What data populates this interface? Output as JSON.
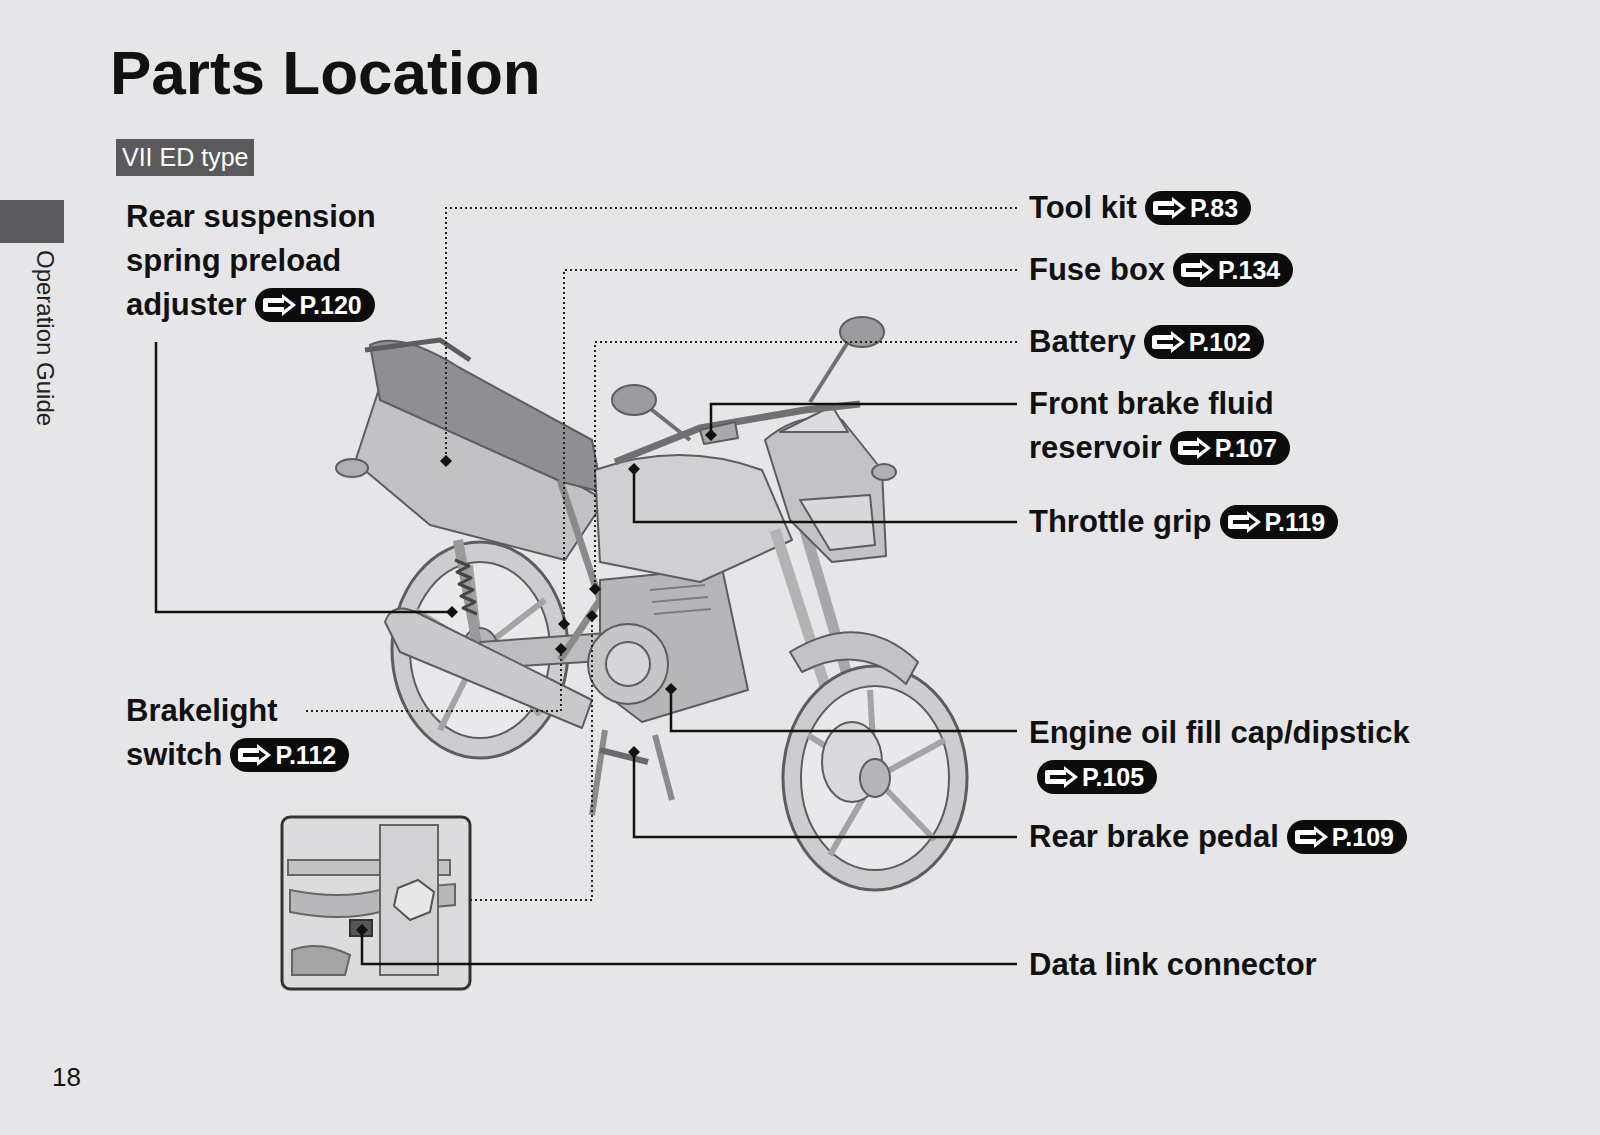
{
  "diagram": {
    "title": "Parts Location",
    "nodes": [
      {
        "text": [
          "VII ED type"
        ]
      },
      {
        "text": [
          "P.120"
        ]
      },
      {
        "text": [
          "P.83"
        ]
      },
      {
        "text": [
          "P.134"
        ]
      },
      {
        "text": [
          "P.102"
        ]
      },
      {
        "text": [
          "P.107"
        ]
      },
      {
        "text": [
          "P.119"
        ]
      },
      {
        "text": [
          "P.112"
        ]
      },
      {
        "text": [
          "P.105"
        ]
      },
      {
        "text": [
          "P.109"
        ]
      }
    ],
    "labels": [
      "Rear suspension spring preload adjuster",
      "Tool kit",
      "Fuse box",
      "Battery",
      "Front brake fluid reservoir",
      "Throttle grip",
      "Brakelight switch",
      "Engine oil fill cap/dipstick",
      "Rear brake pedal",
      "Data link connector",
      "Operation Guide",
      "18"
    ]
  }
}
